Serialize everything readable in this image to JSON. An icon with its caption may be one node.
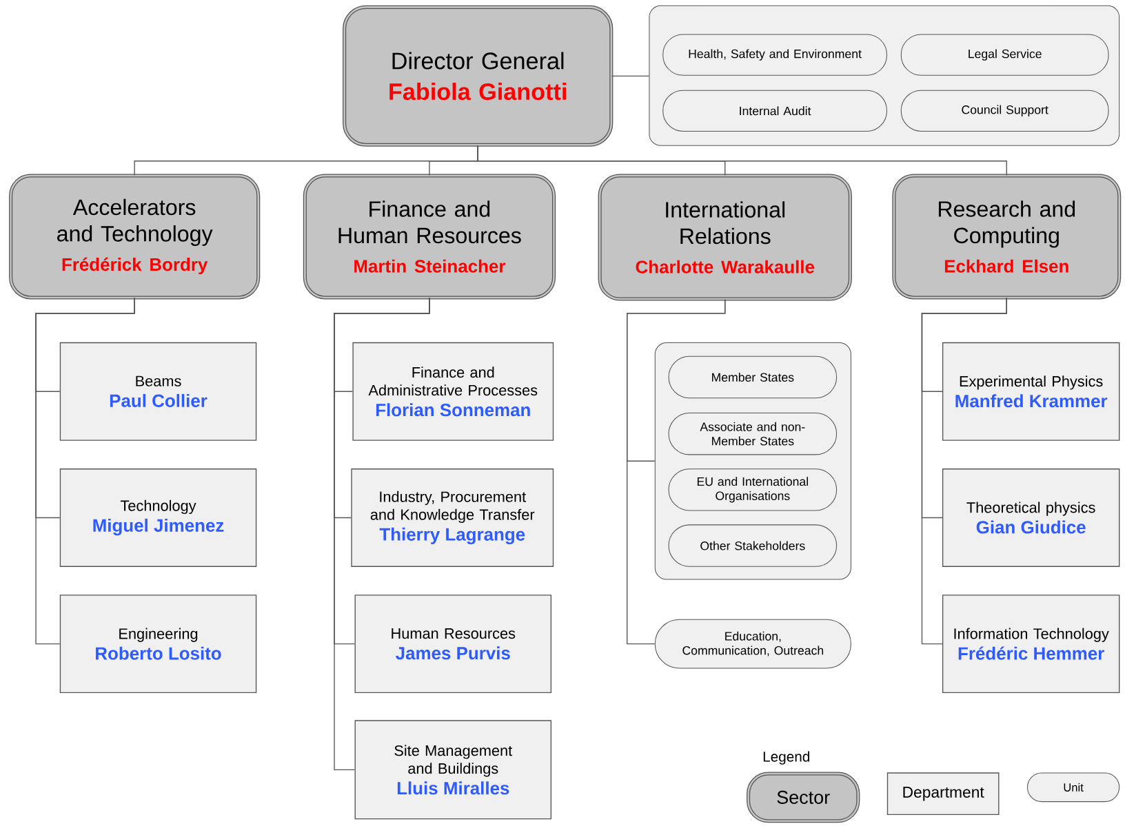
{
  "diagram": {
    "nodes": [
      {
        "text": [
          "Director General",
          "Fabiola Gianotti"
        ]
      },
      {
        "text": [],
        "shape": "box"
      },
      {
        "text": [
          "Health, Safety and Environment"
        ],
        "in": 1
      },
      {
        "text": [
          "Legal Service"
        ],
        "in": 1
      },
      {
        "text": [
          "Internal Audit"
        ],
        "in": 1
      },
      {
        "text": [
          "Council Support"
        ],
        "in": 1
      },
      {
        "text": [
          "Accelerators and Technology",
          "Frédérick Bordry"
        ]
      },
      {
        "text": [
          "Finance and Human Resources",
          "Martin Steinacher"
        ]
      },
      {
        "text": [
          "International Relations",
          "Charlotte Warakaulle"
        ]
      },
      {
        "text": [
          "Research and Computing",
          "Eckhard Elsen"
        ]
      },
      {
        "text": [
          "Beams",
          "Paul Collier"
        ]
      },
      {
        "text": [
          "Technology",
          "Miguel Jimenez"
        ]
      },
      {
        "text": [
          "Engineering",
          "Roberto Losito"
        ]
      },
      {
        "text": [
          "Finance and Administrative Processes",
          "Florian Sonneman"
        ]
      },
      {
        "text": [
          "Industry, Procurement and Knowledge Transfer",
          "Thierry Lagrange"
        ]
      },
      {
        "text": [
          "Human Resources",
          "James Purvis"
        ]
      },
      {
        "text": [
          "Site Management and Buildings",
          "Lluis Miralles"
        ]
      },
      {
        "text": [],
        "shape": "box"
      },
      {
        "text": [
          "Member States"
        ],
        "in": 17
      },
      {
        "text": [
          "Associate and non-Member States"
        ],
        "in": 17
      },
      {
        "text": [
          "EU and International Organisations"
        ],
        "in": 17
      },
      {
        "text": [
          "Other Stakeholders"
        ],
        "in": 17
      },
      {
        "text": [
          "Education, Communication, Outreach"
        ]
      },
      {
        "text": [
          "Experimental Physics",
          "Manfred Krammer"
        ]
      },
      {
        "text": [
          "Theoretical physics",
          "Gian Giudice"
        ]
      },
      {
        "text": [
          "Information Technology",
          "Frédéric Hemmer"
        ]
      }
    ],
    "edges": [
      {
        "from": 0,
        "to": 1,
        "arrow": "none"
      },
      {
        "from": 0,
        "to": 6,
        "arrow": "none"
      },
      {
        "from": 0,
        "to": 7,
        "arrow": "none"
      },
      {
        "from": 0,
        "to": 8,
        "arrow": "none"
      },
      {
        "from": 0,
        "to": 9,
        "arrow": "none"
      },
      {
        "from": 6,
        "to": 10,
        "arrow": "none"
      },
      {
        "from": 6,
        "to": 11,
        "arrow": "none"
      },
      {
        "from": 6,
        "to": 12,
        "arrow": "none"
      },
      {
        "from": 7,
        "to": 13,
        "arrow": "none"
      },
      {
        "from": 7,
        "to": 14,
        "arrow": "none"
      },
      {
        "from": 7,
        "to": 15,
        "arrow": "none"
      },
      {
        "from": 7,
        "to": 16,
        "arrow": "none"
      },
      {
        "from": 8,
        "to": 17,
        "arrow": "none"
      },
      {
        "from": 8,
        "to": 22,
        "arrow": "none"
      },
      {
        "from": 9,
        "to": 23,
        "arrow": "none"
      },
      {
        "from": 9,
        "to": 24,
        "arrow": "none"
      },
      {
        "from": 9,
        "to": 25,
        "arrow": "none"
      }
    ],
    "labels": [
      "Legend"
    ],
    "legend": [
      {
        "text": "Sector"
      },
      {
        "text": "Department"
      },
      {
        "text": "Unit"
      }
    ]
  }
}
